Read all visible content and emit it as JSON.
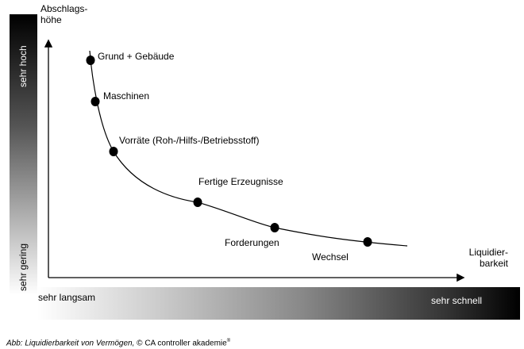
{
  "y_axis_label": [
    "Abschlags-",
    "höhe"
  ],
  "x_axis_label": [
    "Liquidier-",
    "barkeit"
  ],
  "y_scale": {
    "high": "sehr hoch",
    "low": "sehr gering"
  },
  "x_scale": {
    "low": "sehr langsam",
    "high": "sehr schnell"
  },
  "points": [
    {
      "label": "Grund + Gebäude"
    },
    {
      "label": "Maschinen"
    },
    {
      "label": "Vorräte (Roh-/Hilfs-/Betriebsstoff)"
    },
    {
      "label": "Fertige Erzeugnisse"
    },
    {
      "label": "Forderungen"
    },
    {
      "label": "Wechsel"
    }
  ],
  "caption": {
    "text": "Abb: Liquidierbarkeit von Vermögen, ",
    "source": "© CA controller akademie",
    "mark": "®"
  }
}
